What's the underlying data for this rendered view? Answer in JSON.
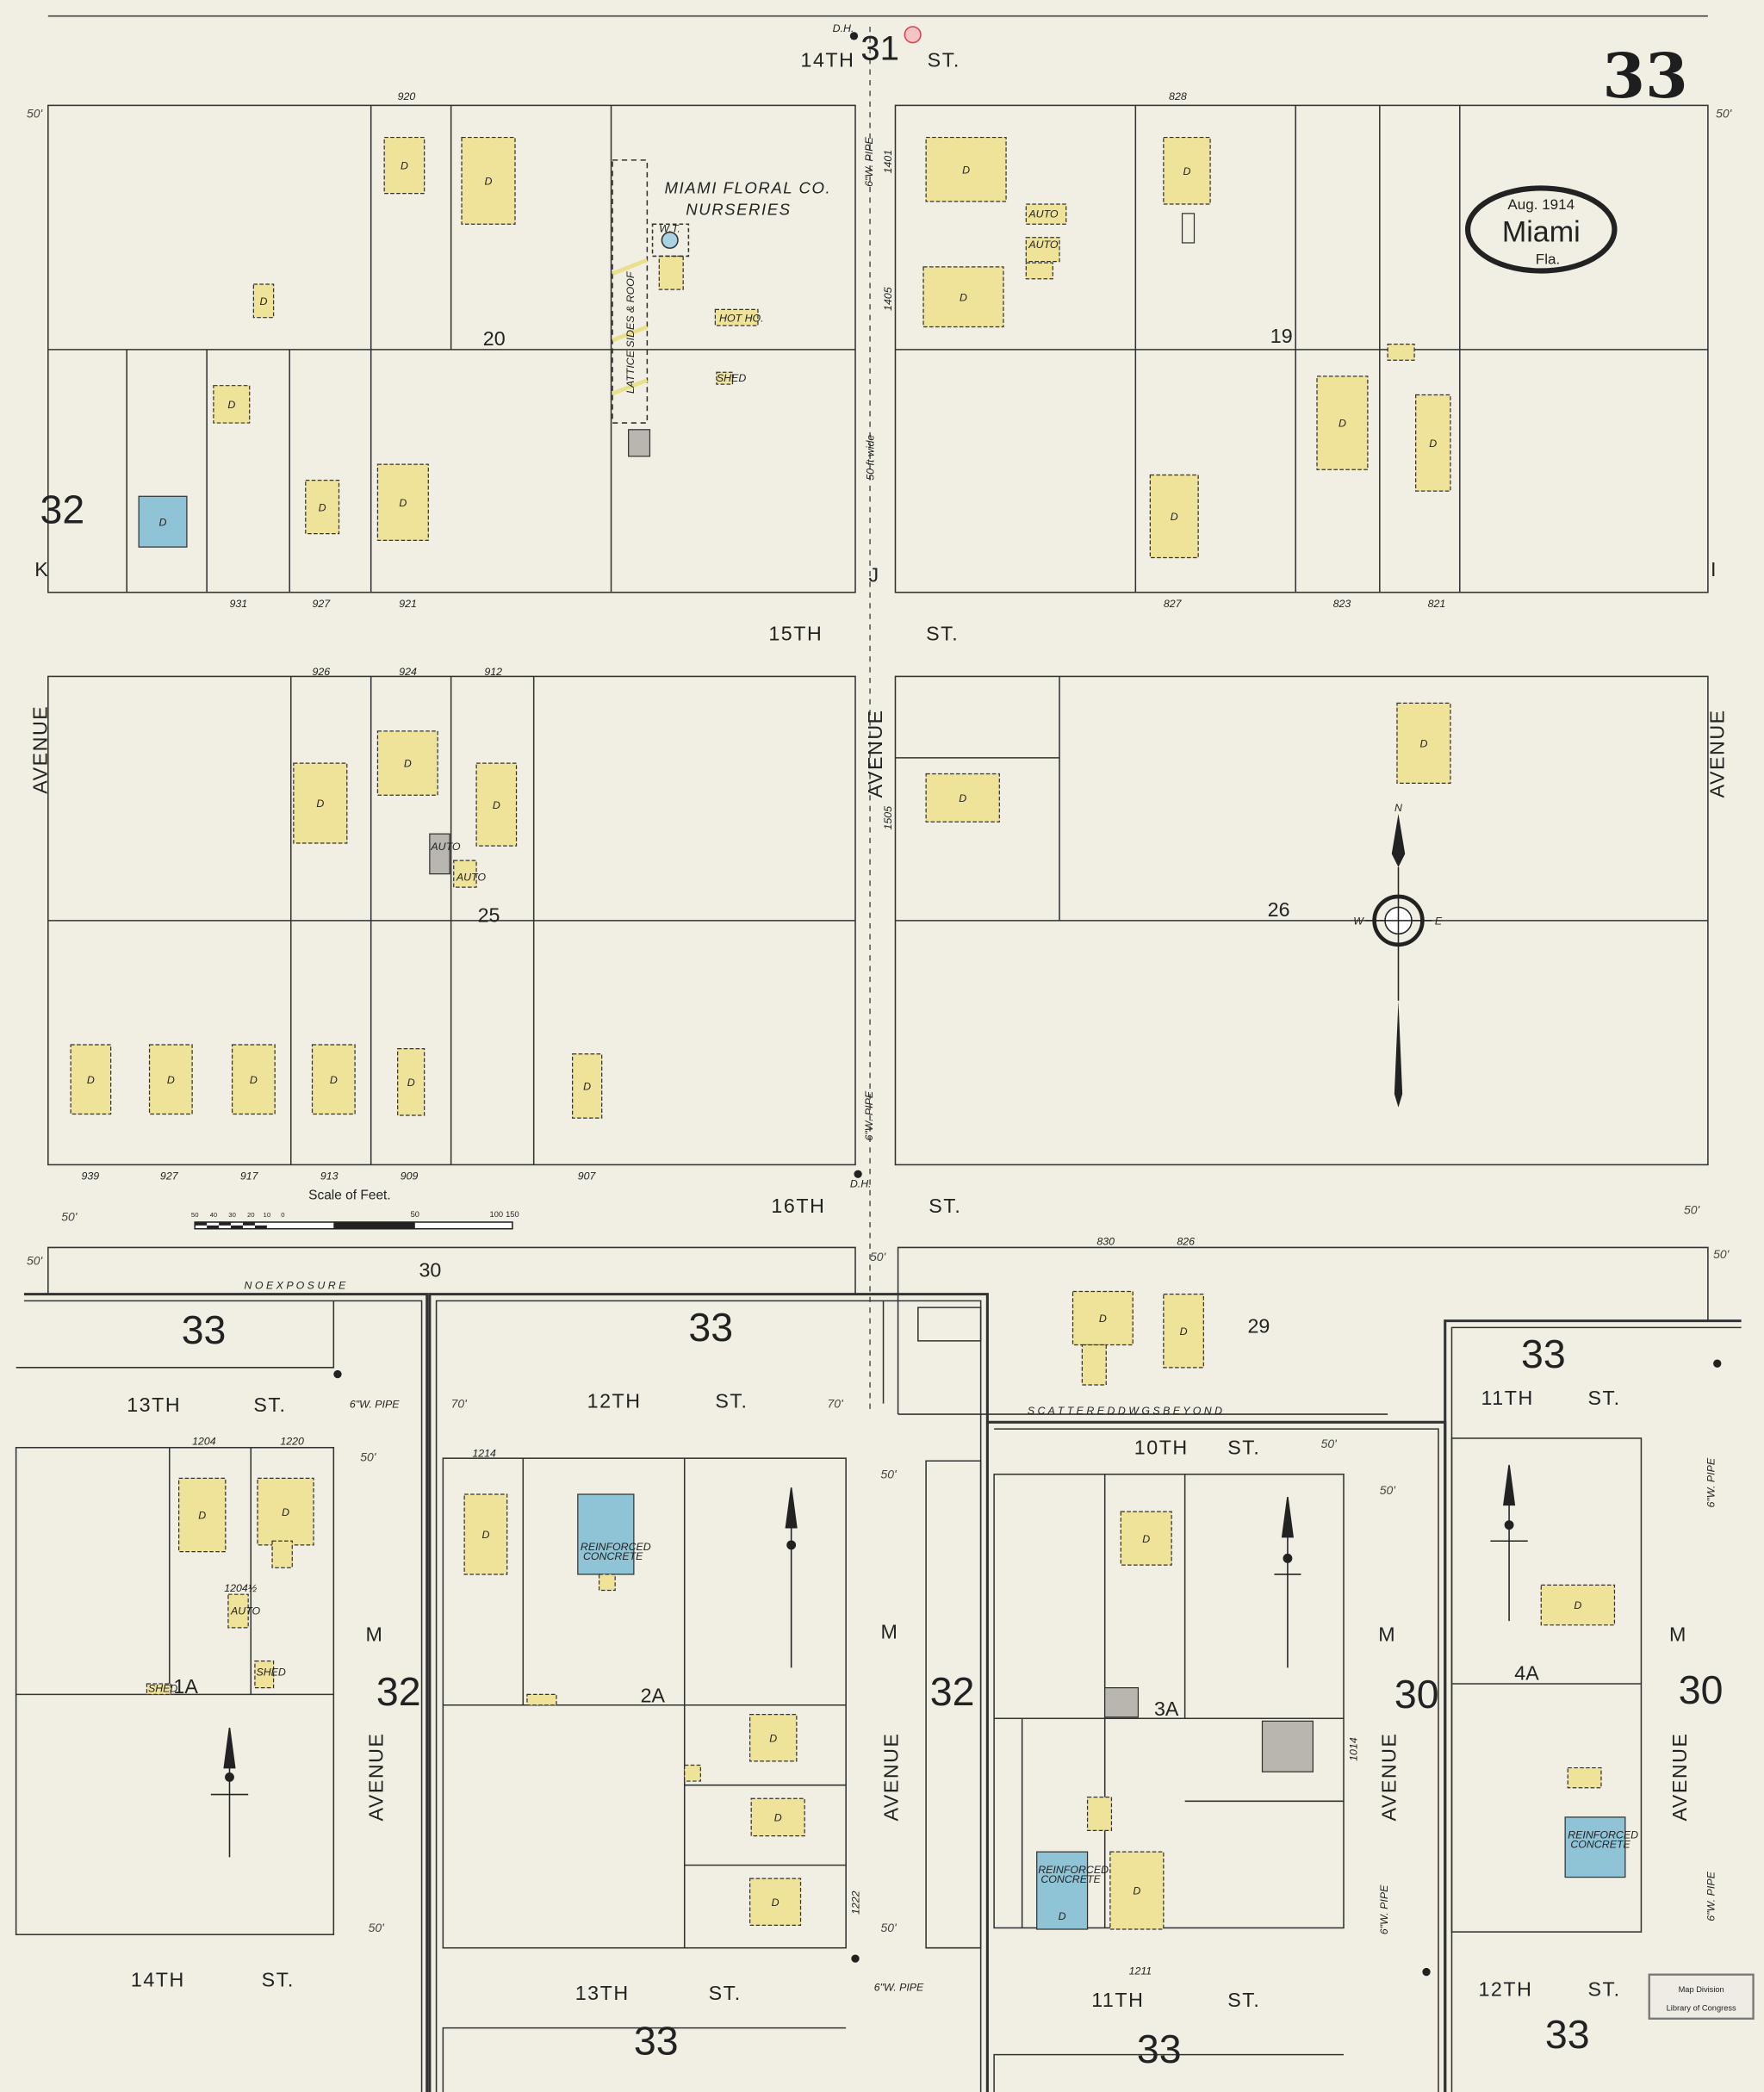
{
  "sheet": {
    "number": "33",
    "date": "Aug. 1914",
    "city": "Miami",
    "state": "Fla."
  },
  "stamp": {
    "line1": "Map Division",
    "line2": "Library of Congress"
  },
  "scale": {
    "title": "Scale of Feet.",
    "ticks": [
      "50",
      "40",
      "30",
      "20",
      "10",
      "0",
      "50",
      "100",
      "150"
    ]
  },
  "colors": {
    "paper": "#f1efe3",
    "frame_dwelling": "#efe39a",
    "brick_concrete": "#8fc3d6",
    "lines": "#2a2a2a",
    "hydrant": "#d9434a"
  },
  "streets": {
    "fourteenth": "14TH",
    "fifteenth": "15TH",
    "sixteenth": "16TH",
    "st": "ST.",
    "thirteenth": "13TH",
    "twelfth": "12TH",
    "eleventh": "11TH",
    "tenth": "10TH",
    "avenue": "AVENUE",
    "ave_k": "K",
    "ave_j": "J",
    "ave_i": "I",
    "ave_m": "M",
    "width_note": "50 ft wide",
    "pipe": "6\"W. PIPE",
    "fifty": "50'",
    "seventy": "70'"
  },
  "blocks": {
    "b19": "19",
    "b20": "20",
    "b25": "25",
    "b26": "26",
    "b29": "29",
    "b30": "30",
    "b1a": "1A",
    "b2a": "2A",
    "b3a": "3A",
    "b4a": "4A"
  },
  "adjoining_sheets": {
    "s31": "31",
    "s32": "32",
    "s33": "33",
    "s30": "30"
  },
  "addresses": {
    "a920": "920",
    "a931": "931",
    "a927": "927",
    "a921": "921",
    "a828": "828",
    "a1401": "1401",
    "a1405": "1405",
    "a827": "827",
    "a823": "823",
    "a821": "821",
    "a926": "926",
    "a924": "924",
    "a912": "912",
    "a939": "939",
    "a917": "917",
    "a913": "913",
    "a909": "909",
    "a907": "907",
    "a1505": "1505",
    "a830": "830",
    "a826": "826",
    "a1204": "1204",
    "a1220": "1220",
    "a1204h": "1204½",
    "a1214": "1214",
    "a1222": "1222",
    "a1211": "1211",
    "a1014": "1014"
  },
  "labels": {
    "firm": "MIAMI FLORAL CO.",
    "firm_sub": "NURSERIES",
    "lattice": "LATTICE SIDES & ROOF",
    "hot_house": "HOT HO.",
    "water_tank": "W.T.",
    "shed": "SHED",
    "auto": "AUTO",
    "dwelling": "D",
    "reinforced": "REINFORCED",
    "concrete": "CONCRETE",
    "no_exposure": "N O   E X P O S U R E",
    "scattered": "S C A T T E R E D    D W G S    B E Y O N D",
    "dh": "D.H.",
    "compass_n": "N",
    "compass_e": "E",
    "compass_w": "W"
  }
}
